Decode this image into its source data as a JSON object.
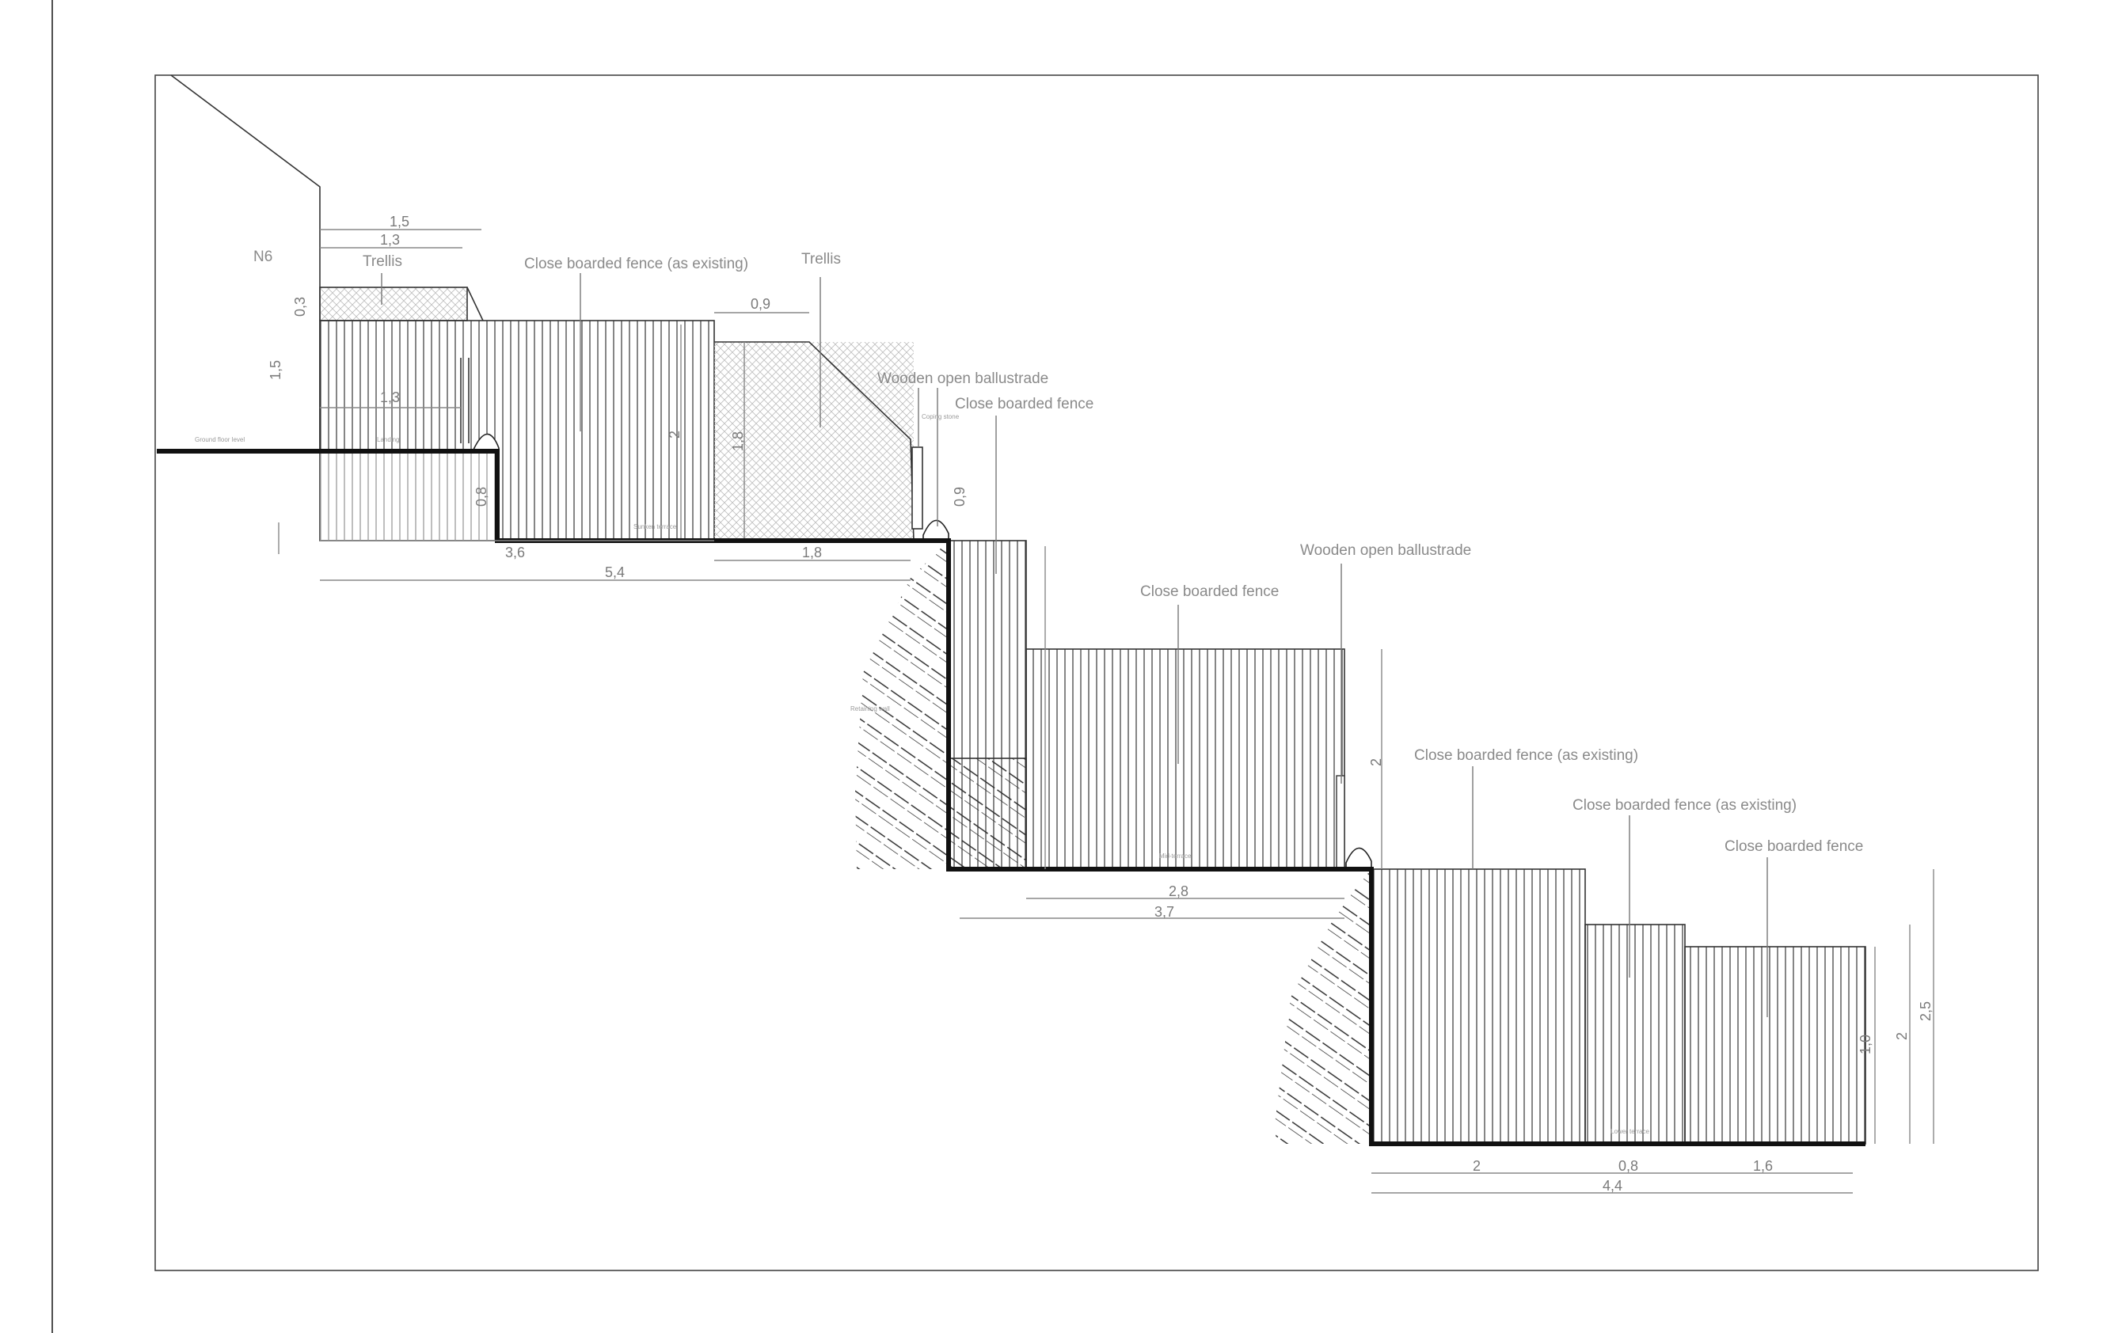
{
  "labels": {
    "n6": "N6",
    "trellis_1": "Trellis",
    "cbf_existing_1": "Close boarded fence (as existing)",
    "trellis_2": "Trellis",
    "wooden_ball_1": "Wooden open ballustrade",
    "cbf_1": "Close boarded fence",
    "wooden_ball_2": "Wooden open ballustrade",
    "cbf_2": "Close boarded fence",
    "cbf_existing_2": "Close boarded fence (as existing)",
    "cbf_existing_3": "Close boarded fence (as existing)",
    "cbf_3": "Close boarded fence",
    "ground_floor": "Ground floor level",
    "landing": "Landing",
    "sunken_terrace": "Sunken terrace",
    "coping_stone": "Coping stone",
    "retaining_wall": "Retaining wall",
    "mid_terrace": "Mid-terrace",
    "lower_terrace": "Lower terrace"
  },
  "dims": {
    "d15_top": "1,5",
    "d13_top": "1,3",
    "d03": "0,3",
    "d15_v": "1,5",
    "d13_mid": "1,3",
    "d09_h": "0,9",
    "d2_upper": "2",
    "d18_v": "1,8",
    "d08_v": "0,8",
    "d09_v": "0,9",
    "d36": "3,6",
    "d18_h": "1,8",
    "d54": "5,4",
    "d2_mid": "2",
    "d28": "2,8",
    "d37": "3,7",
    "d10_v": "1,0",
    "d2_lower": "2",
    "d25": "2,5",
    "d2_h": "2",
    "d08_h": "0,8",
    "d16": "1,6",
    "d44": "4,4"
  },
  "colors": {
    "line": "#333333",
    "ground": "#111111",
    "label": "#8a8a8a"
  }
}
